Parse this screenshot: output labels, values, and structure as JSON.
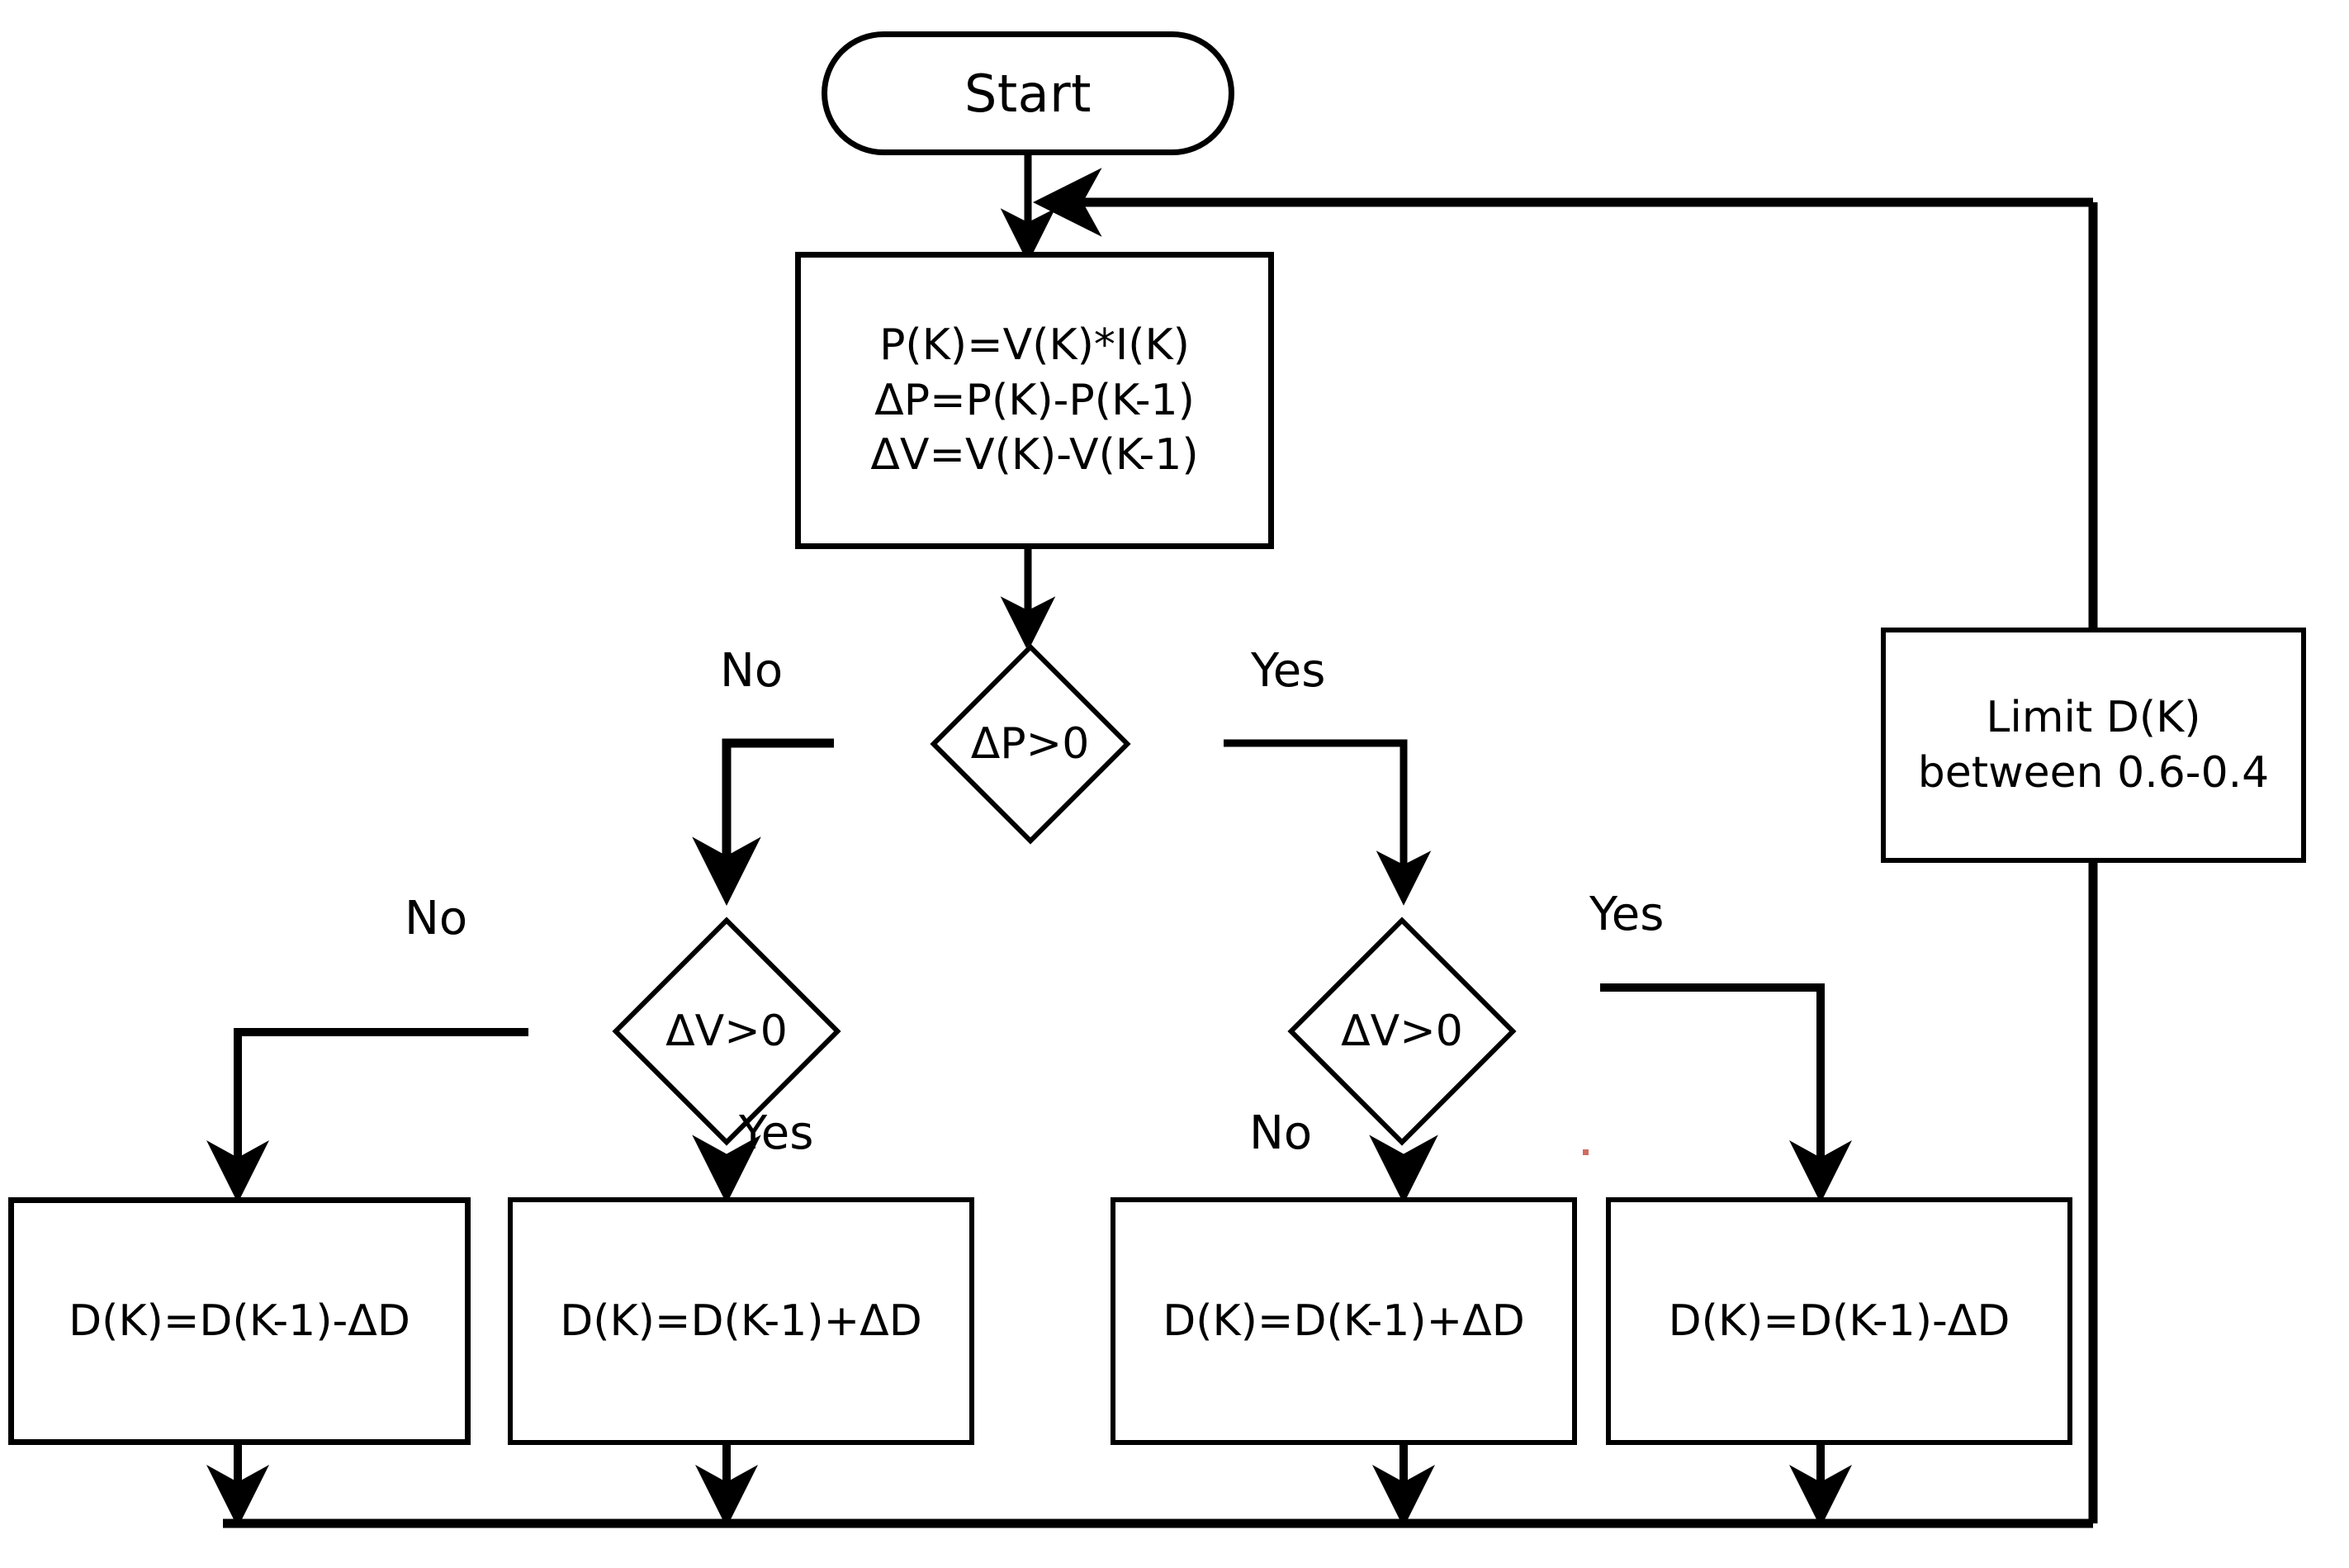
{
  "diagram": {
    "title": "Perturb and Observe MPPT algorithm flowchart",
    "type": "flowchart",
    "stroke_color": "#000000",
    "background_color": "#ffffff"
  },
  "nodes": {
    "start": {
      "label": "Start",
      "shape": "terminator"
    },
    "compute": {
      "shape": "process",
      "line1": "P(K)=V(K)*I(K)",
      "line2": "ΔP=P(K)-P(K-1)",
      "line3": "ΔV=V(K)-V(K-1)"
    },
    "decision_dp": {
      "shape": "decision",
      "label": "ΔP>0"
    },
    "decision_dv_left": {
      "shape": "decision",
      "label": "ΔV>0"
    },
    "decision_dv_right": {
      "shape": "decision",
      "label": "ΔV>0"
    },
    "action1": {
      "shape": "process",
      "label": "D(K)=D(K-1)-ΔD"
    },
    "action2": {
      "shape": "process",
      "label": "D(K)=D(K-1)+ΔD"
    },
    "action3": {
      "shape": "process",
      "label": "D(K)=D(K-1)+ΔD"
    },
    "action4": {
      "shape": "process",
      "label": "D(K)=D(K-1)-ΔD"
    },
    "limit": {
      "shape": "process",
      "line1": "Limit D(K)",
      "line2": "between 0.6-0.4"
    }
  },
  "edge_labels": {
    "dp_no": "No",
    "dp_yes": "Yes",
    "dv_left_no": "No",
    "dv_left_yes": "Yes",
    "dv_right_no": "No",
    "dv_right_yes": "Yes"
  }
}
